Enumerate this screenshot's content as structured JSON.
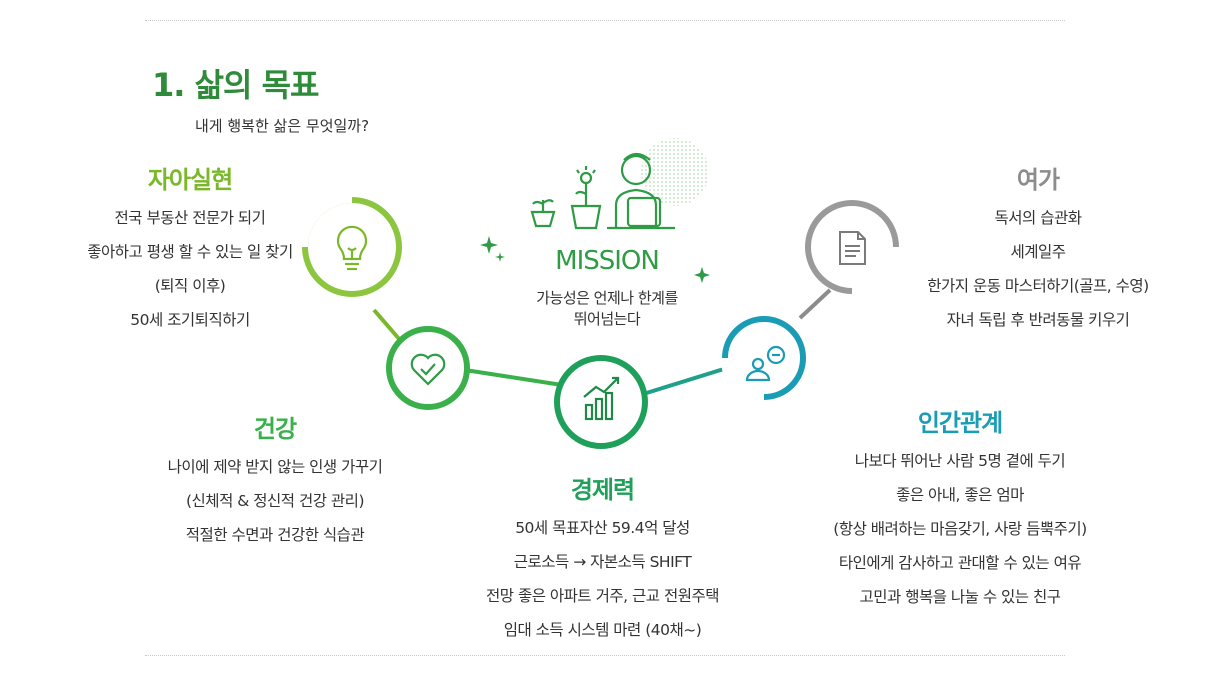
{
  "header": {
    "title": "1. 삶의 목표",
    "subtitle": "내게 행복한 삶은 무엇일까?"
  },
  "mission": {
    "title": "MISSION",
    "lines": [
      "가능성은 언제나 한계를",
      "뛰어넘는다"
    ]
  },
  "goals": {
    "self_realization": {
      "title": "자아실현",
      "color": "#7ab829",
      "icon": "lightbulb-icon",
      "items": [
        "전국 부동산 전문가 되기",
        "좋아하고 평생 할 수 있는 일 찾기",
        "(퇴직 이후)",
        "50세 조기퇴직하기"
      ]
    },
    "health": {
      "title": "건강",
      "color": "#3ab04a",
      "icon": "heart-check-icon",
      "items": [
        "나이에 제약 받지 않는 인생 가꾸기",
        "(신체적 & 정신적 건강 관리)",
        "적절한 수면과 건강한 식습관"
      ]
    },
    "economy": {
      "title": "경제력",
      "color": "#1fa05a",
      "icon": "bar-chart-icon",
      "items": [
        "50세 목표자산 59.4억 달성",
        "근로소득 → 자본소득 SHIFT",
        "전망 좋은 아파트 거주, 근교 전원주택",
        "임대 소득 시스템 마련 (40채~)"
      ]
    },
    "relationships": {
      "title": "인간관계",
      "color": "#1a9cb5",
      "icon": "person-chat-icon",
      "items": [
        "나보다 뛰어난 사람 5명 곁에 두기",
        "좋은 아내, 좋은 엄마",
        "(항상 배려하는 마음갖기, 사랑 듬뿍주기)",
        "타인에게 감사하고 관대할 수 있는 여유",
        "고민과 행복을 나눌 수 있는 친구"
      ]
    },
    "leisure": {
      "title": "여가",
      "color": "#8c8c8c",
      "icon": "document-icon",
      "items": [
        "독서의 습관화",
        "세계일주",
        "한가지 운동 마스터하기(골프, 수영)",
        "자녀 독립 후 반려동물 키우기"
      ]
    }
  }
}
